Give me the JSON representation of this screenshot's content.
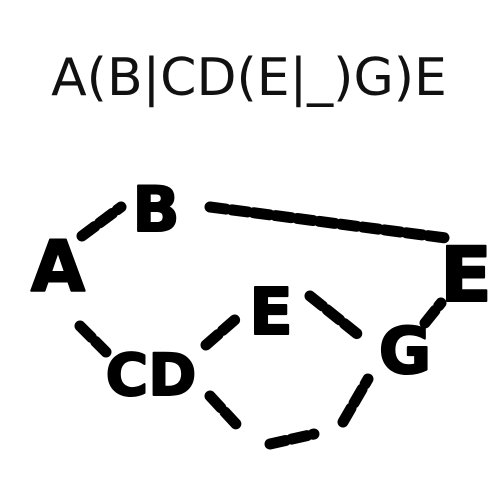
{
  "expression": "A(B|CD(E|_)G)E",
  "nodes": {
    "a": "A",
    "b": "B",
    "cd": "CD",
    "e_inner": "E",
    "g": "G",
    "e_end": "E"
  },
  "colors": {
    "ink": "#000000",
    "background": "#ffffff",
    "text": "#111111"
  }
}
